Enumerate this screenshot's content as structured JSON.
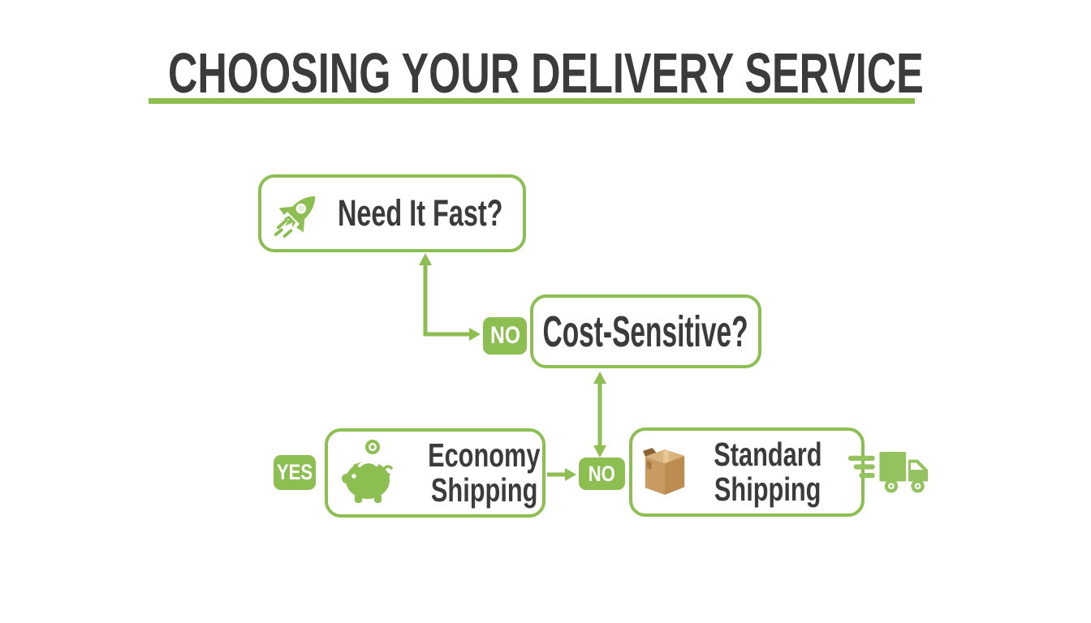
{
  "title": "CHOOSING YOUR DELIVERY SERVICE",
  "colors": {
    "accent_green": "#8dbe52",
    "underline_green": "#8cbe4d",
    "text_dark": "#3b3b3b",
    "package_tan": "#c79b62",
    "background": "#ffffff"
  },
  "nodes": {
    "need_it_fast": {
      "label": "Need It Fast?",
      "icon": "rocket-icon"
    },
    "cost_sensitive": {
      "label": "Cost-Sensitive?"
    },
    "economy_shipping": {
      "line1": "Economy",
      "line2": "Shipping",
      "icon": "piggy-bank-icon"
    },
    "standard_shipping": {
      "line1": "Standard",
      "line2": "Shipping",
      "icon_left": "package-icon",
      "icon_right": "delivery-truck-icon"
    }
  },
  "badges": {
    "no_to_need_it_fast": "NO",
    "yes_to_economy": "YES",
    "no_to_standard": "NO"
  }
}
